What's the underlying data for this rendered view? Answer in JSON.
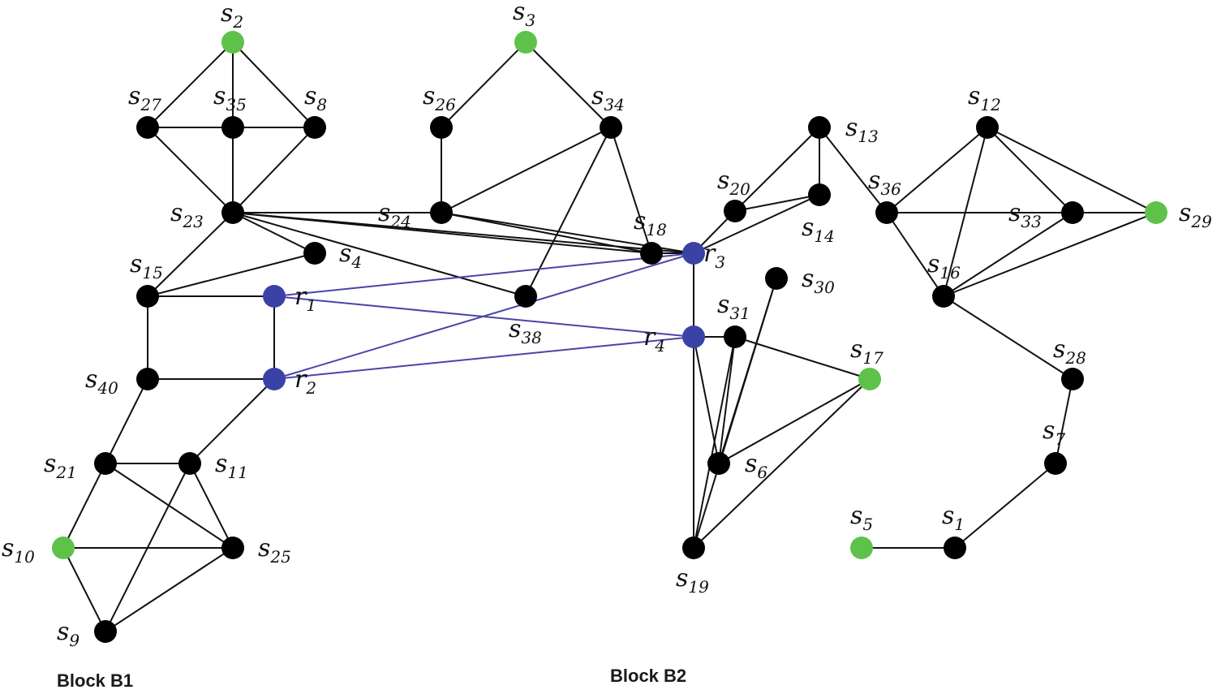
{
  "colors": {
    "sensor": "#000000",
    "anchor": "#5ec24a",
    "relay": "#3a42a6",
    "edge": "#111111",
    "relay_edge": "#4a44a8"
  },
  "blocks": {
    "b1": "Block B1",
    "b2": "Block B2"
  },
  "nodes": [
    {
      "id": "s2",
      "letter": "s",
      "sub": "2",
      "type": "anchor"
    },
    {
      "id": "s3",
      "letter": "s",
      "sub": "3",
      "type": "anchor"
    },
    {
      "id": "s27",
      "letter": "s",
      "sub": "27",
      "type": "sensor"
    },
    {
      "id": "s35",
      "letter": "s",
      "sub": "35",
      "type": "sensor"
    },
    {
      "id": "s8",
      "letter": "s",
      "sub": "8",
      "type": "sensor"
    },
    {
      "id": "s26",
      "letter": "s",
      "sub": "26",
      "type": "sensor"
    },
    {
      "id": "s34",
      "letter": "s",
      "sub": "34",
      "type": "sensor"
    },
    {
      "id": "s13",
      "letter": "s",
      "sub": "13",
      "type": "sensor"
    },
    {
      "id": "s12",
      "letter": "s",
      "sub": "12",
      "type": "sensor"
    },
    {
      "id": "s20",
      "letter": "s",
      "sub": "20",
      "type": "sensor"
    },
    {
      "id": "s14",
      "letter": "s",
      "sub": "14",
      "type": "sensor"
    },
    {
      "id": "s36",
      "letter": "s",
      "sub": "36",
      "type": "sensor"
    },
    {
      "id": "s33",
      "letter": "s",
      "sub": "33",
      "type": "sensor"
    },
    {
      "id": "s29",
      "letter": "s",
      "sub": "29",
      "type": "anchor"
    },
    {
      "id": "s23",
      "letter": "s",
      "sub": "23",
      "type": "sensor"
    },
    {
      "id": "s24",
      "letter": "s",
      "sub": "24",
      "type": "sensor"
    },
    {
      "id": "s18",
      "letter": "s",
      "sub": "18",
      "type": "sensor"
    },
    {
      "id": "r3",
      "letter": "r",
      "sub": "3",
      "type": "relay"
    },
    {
      "id": "s4",
      "letter": "s",
      "sub": "4",
      "type": "sensor"
    },
    {
      "id": "s15",
      "letter": "s",
      "sub": "15",
      "type": "sensor"
    },
    {
      "id": "r1",
      "letter": "r",
      "sub": "1",
      "type": "relay"
    },
    {
      "id": "s38",
      "letter": "s",
      "sub": "38",
      "type": "sensor"
    },
    {
      "id": "s16",
      "letter": "s",
      "sub": "16",
      "type": "sensor"
    },
    {
      "id": "s30",
      "letter": "s",
      "sub": "30",
      "type": "sensor"
    },
    {
      "id": "s31",
      "letter": "s",
      "sub": "31",
      "type": "sensor"
    },
    {
      "id": "r4",
      "letter": "r",
      "sub": "4",
      "type": "relay"
    },
    {
      "id": "s17",
      "letter": "s",
      "sub": "17",
      "type": "anchor"
    },
    {
      "id": "s28",
      "letter": "s",
      "sub": "28",
      "type": "sensor"
    },
    {
      "id": "s40",
      "letter": "s",
      "sub": "40",
      "type": "sensor"
    },
    {
      "id": "r2",
      "letter": "r",
      "sub": "2",
      "type": "relay"
    },
    {
      "id": "s7",
      "letter": "s",
      "sub": "7",
      "type": "sensor"
    },
    {
      "id": "s21",
      "letter": "s",
      "sub": "21",
      "type": "sensor"
    },
    {
      "id": "s11",
      "letter": "s",
      "sub": "11",
      "type": "sensor"
    },
    {
      "id": "s6",
      "letter": "s",
      "sub": "6",
      "type": "sensor"
    },
    {
      "id": "s5",
      "letter": "s",
      "sub": "5",
      "type": "anchor"
    },
    {
      "id": "s1",
      "letter": "s",
      "sub": "1",
      "type": "sensor"
    },
    {
      "id": "s10",
      "letter": "s",
      "sub": "10",
      "type": "anchor"
    },
    {
      "id": "s25",
      "letter": "s",
      "sub": "25",
      "type": "sensor"
    },
    {
      "id": "s19",
      "letter": "s",
      "sub": "19",
      "type": "sensor"
    },
    {
      "id": "s9",
      "letter": "s",
      "sub": "9",
      "type": "sensor"
    }
  ],
  "edges": [
    [
      "s2",
      "s27"
    ],
    [
      "s2",
      "s35"
    ],
    [
      "s2",
      "s8"
    ],
    [
      "s27",
      "s35"
    ],
    [
      "s35",
      "s8"
    ],
    [
      "s27",
      "s23"
    ],
    [
      "s35",
      "s23"
    ],
    [
      "s8",
      "s23"
    ],
    [
      "s3",
      "s26"
    ],
    [
      "s3",
      "s34"
    ],
    [
      "s26",
      "s24"
    ],
    [
      "s34",
      "s24"
    ],
    [
      "s34",
      "s38"
    ],
    [
      "s34",
      "s18"
    ],
    [
      "s23",
      "s24"
    ],
    [
      "s23",
      "s18"
    ],
    [
      "s23",
      "r3"
    ],
    [
      "s23",
      "s4"
    ],
    [
      "s23",
      "s38"
    ],
    [
      "s23",
      "s15"
    ],
    [
      "s24",
      "s18"
    ],
    [
      "s24",
      "r3"
    ],
    [
      "s18",
      "r3"
    ],
    [
      "s15",
      "s4"
    ],
    [
      "s15",
      "r1"
    ],
    [
      "s15",
      "s40"
    ],
    [
      "s40",
      "r2"
    ],
    [
      "r1",
      "r2"
    ],
    [
      "s40",
      "s21"
    ],
    [
      "r2",
      "s11"
    ],
    [
      "s21",
      "s11"
    ],
    [
      "s21",
      "s10"
    ],
    [
      "s21",
      "s25"
    ],
    [
      "s11",
      "s25"
    ],
    [
      "s11",
      "s9"
    ],
    [
      "s10",
      "s25"
    ],
    [
      "s10",
      "s9"
    ],
    [
      "s25",
      "s9"
    ],
    [
      "s13",
      "s20"
    ],
    [
      "s13",
      "s14"
    ],
    [
      "s13",
      "s36"
    ],
    [
      "s20",
      "s14"
    ],
    [
      "r3",
      "s20"
    ],
    [
      "r3",
      "s14"
    ],
    [
      "r3",
      "r4"
    ],
    [
      "r4",
      "s31"
    ],
    [
      "s31",
      "s17"
    ],
    [
      "r4",
      "s6"
    ],
    [
      "r4",
      "s19"
    ],
    [
      "s31",
      "s6"
    ],
    [
      "s31",
      "s19"
    ],
    [
      "s30",
      "s6"
    ],
    [
      "s30",
      "s19"
    ],
    [
      "s6",
      "s17"
    ],
    [
      "s19",
      "s17"
    ],
    [
      "s12",
      "s36"
    ],
    [
      "s12",
      "s33"
    ],
    [
      "s12",
      "s29"
    ],
    [
      "s12",
      "s16"
    ],
    [
      "s36",
      "s33"
    ],
    [
      "s33",
      "s29"
    ],
    [
      "s36",
      "s16"
    ],
    [
      "s33",
      "s16"
    ],
    [
      "s29",
      "s16"
    ],
    [
      "s16",
      "s28"
    ],
    [
      "s28",
      "s7"
    ],
    [
      "s7",
      "s1"
    ],
    [
      "s1",
      "s5"
    ]
  ],
  "relay_edges": [
    [
      "r1",
      "r3"
    ],
    [
      "r1",
      "r4"
    ],
    [
      "r2",
      "r3"
    ],
    [
      "r2",
      "r4"
    ]
  ]
}
